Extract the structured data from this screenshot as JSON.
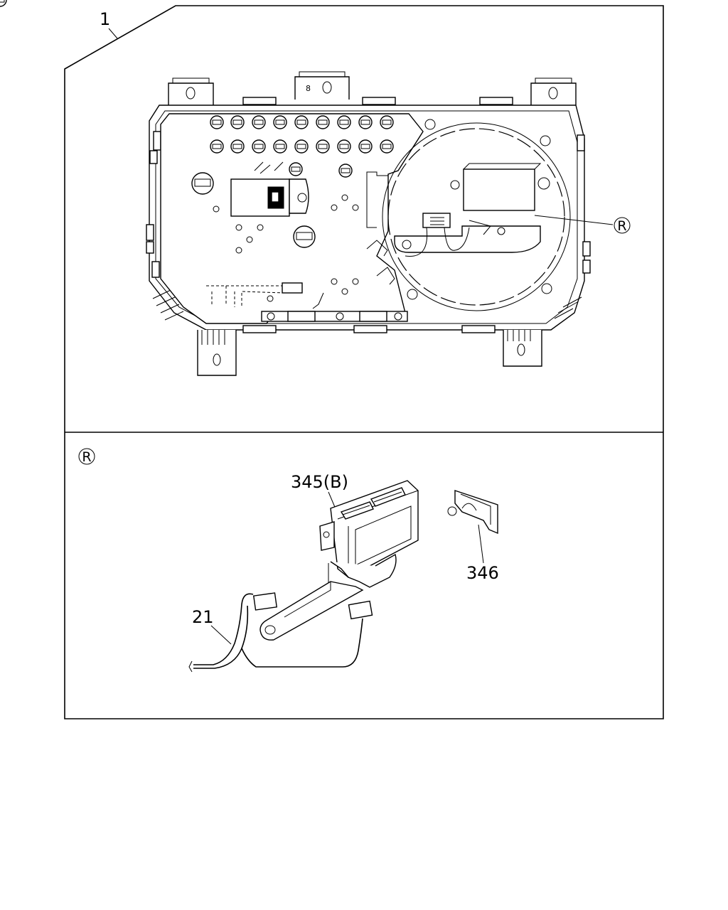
{
  "callouts": {
    "assembly": "1",
    "detail_marker_top": "R",
    "detail_marker_section": "R",
    "part_345": "345(B)",
    "part_346": "346",
    "part_21": "21"
  },
  "icons": [
    "detail-circle-icon"
  ]
}
